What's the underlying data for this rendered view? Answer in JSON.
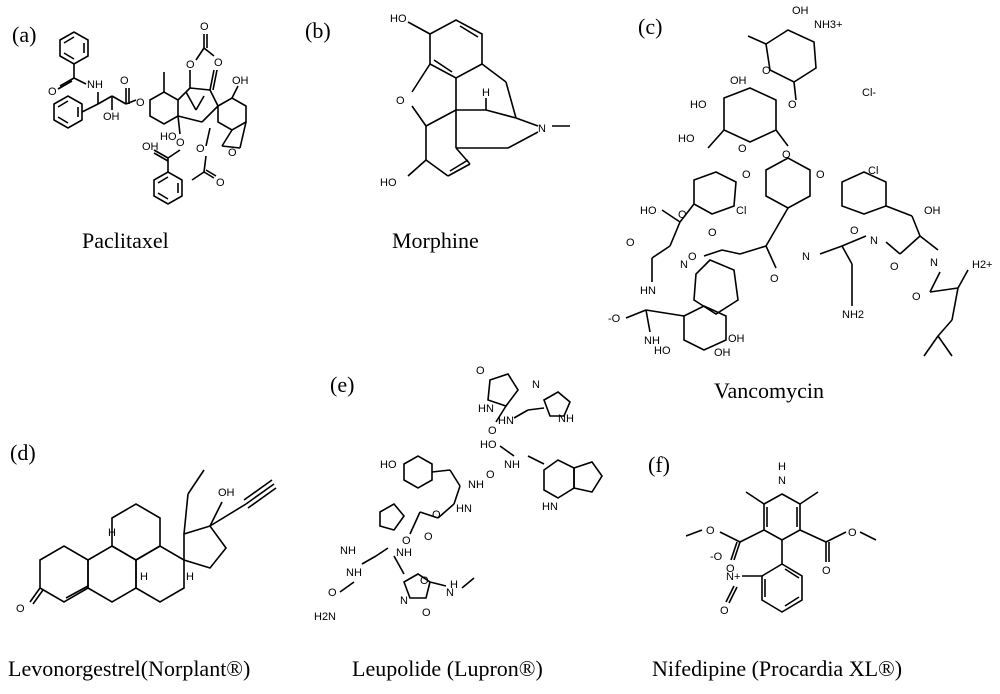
{
  "panels": [
    {
      "letter": "(a)",
      "name": "Paclitaxel"
    },
    {
      "letter": "(b)",
      "name": "Morphine"
    },
    {
      "letter": "(c)",
      "name": "Vancomycin"
    },
    {
      "letter": "(d)",
      "name": "Levonorgestrel(Norplant®)"
    },
    {
      "letter": "(e)",
      "name": "Leupolide (Lupron®)"
    },
    {
      "letter": "(f)",
      "name": "Nifedipine (Procardia XL®)"
    }
  ],
  "atoms": {
    "paclitaxel": [
      "NH",
      "O",
      "OH",
      "O",
      "O",
      "OH",
      "O",
      "O",
      "O",
      "HO",
      "O",
      "O",
      "O",
      "OH",
      "O"
    ],
    "morphine": [
      "HO",
      "O",
      "H",
      "N",
      "HO"
    ],
    "vancomycin": [
      "OH",
      "NH3+",
      "O",
      "O",
      "Cl-",
      "HO",
      "OH",
      "O",
      "HO",
      "O",
      "O",
      "Cl",
      "O",
      "O",
      "Cl",
      "HO",
      "OH",
      "O",
      "O",
      "HN",
      "O",
      "N",
      "N",
      "N",
      "N",
      "H2+",
      "NH",
      "O",
      "O",
      "O",
      "O",
      "NH2",
      "-O",
      "HO",
      "OH",
      "OH"
    ],
    "levonorgestrel": [
      "OH",
      "H",
      "H",
      "H",
      "O"
    ],
    "leupolide": [
      "O",
      "HN",
      "N",
      "NH",
      "HN",
      "O",
      "HO",
      "NH",
      "HO",
      "O",
      "NH",
      "O",
      "O",
      "HN",
      "O",
      "NH",
      "HN",
      "NH",
      "O",
      "H2N",
      "NH",
      "O",
      "N",
      "N",
      "H",
      "O"
    ],
    "nifedipine": [
      "H",
      "N",
      "O",
      "O",
      "O",
      "O",
      "-O",
      "N+",
      "O"
    ]
  }
}
